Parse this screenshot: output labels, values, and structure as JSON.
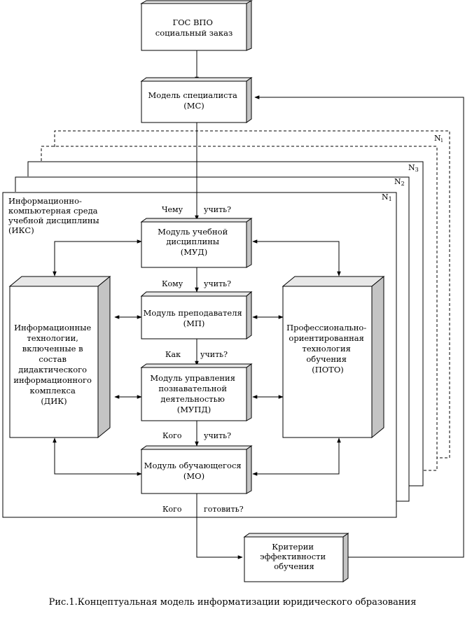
{
  "diagram": {
    "boxes": {
      "gos": [
        "ГОС ВПО",
        "социальный заказ"
      ],
      "ms": [
        "Модель специалиста",
        "(МС)"
      ],
      "mud": [
        "Модуль учебной",
        "дисциплины",
        "(МУД)"
      ],
      "mp": [
        "Модуль преподавателя",
        "(МП)"
      ],
      "mupd": [
        "Модуль управления",
        "познавательной",
        "деятельностью",
        "(МУПД)"
      ],
      "mo": [
        "Модуль обучающегося",
        "(МО)"
      ],
      "dik": [
        "Информационные",
        "технологии,",
        "включенные в",
        "состав",
        "дидактического",
        "информационного",
        "комплекса",
        "(ДИК)"
      ],
      "poto": [
        "Профессионально-",
        "ориентированная",
        "технология",
        "обучения",
        "(ПОТО)"
      ],
      "criteria": [
        "Критерии",
        "эффективности",
        "обучения"
      ]
    },
    "environment_label": [
      "Информационно-",
      "компьютерная среда",
      "учебной дисциплины",
      "(ИКС)"
    ],
    "layers": {
      "n1": "N",
      "n1_sub": "1",
      "n2": "N",
      "n2_sub": "2",
      "n3": "N",
      "n3_sub": "3",
      "ni": "N",
      "ni_sub": "i"
    },
    "questions": {
      "q1_left": "Чему",
      "q1_right": "учить?",
      "q2_left": "Кому",
      "q2_right": "учить?",
      "q3_left": "Как",
      "q3_right": "учить?",
      "q4_left": "Кого",
      "q4_right": "учить?",
      "q5_left": "Кого",
      "q5_right": "готовить?"
    },
    "caption": "Рис.1.Концептуальная модель информатизации юридического образования"
  }
}
